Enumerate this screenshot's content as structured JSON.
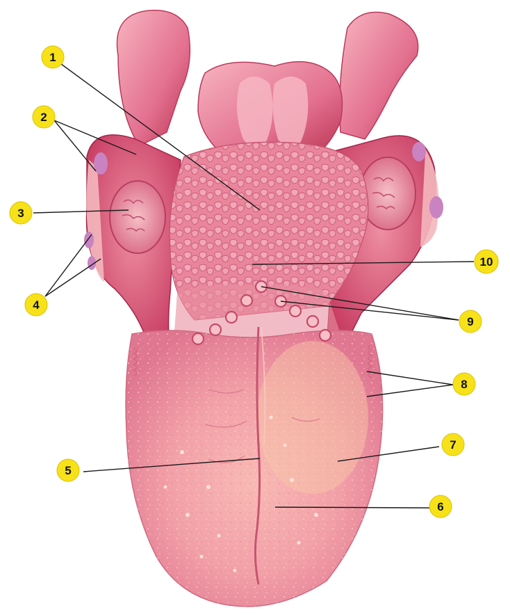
{
  "diagram": {
    "labels": [
      {
        "id": "1",
        "text": "1"
      },
      {
        "id": "2",
        "text": "2"
      },
      {
        "id": "3",
        "text": "3"
      },
      {
        "id": "4",
        "text": "4"
      },
      {
        "id": "5",
        "text": "5"
      },
      {
        "id": "6",
        "text": "6"
      },
      {
        "id": "7",
        "text": "7"
      },
      {
        "id": "8",
        "text": "8"
      },
      {
        "id": "9",
        "text": "9"
      },
      {
        "id": "10",
        "text": "10"
      }
    ],
    "colors": {
      "badge_fill": "#f7e21a",
      "badge_stroke": "#d9c200",
      "leader_line": "#1a1a1a",
      "tongue_base": "#f4a0a8",
      "tongue_dark": "#d9546e",
      "tongue_light": "#f9c7bf",
      "mucosa_deep": "#b5284c",
      "papilla_purple": "#c27ab5"
    },
    "icons": {
      "main_illustration": "tongue-anatomy-illustration"
    }
  }
}
